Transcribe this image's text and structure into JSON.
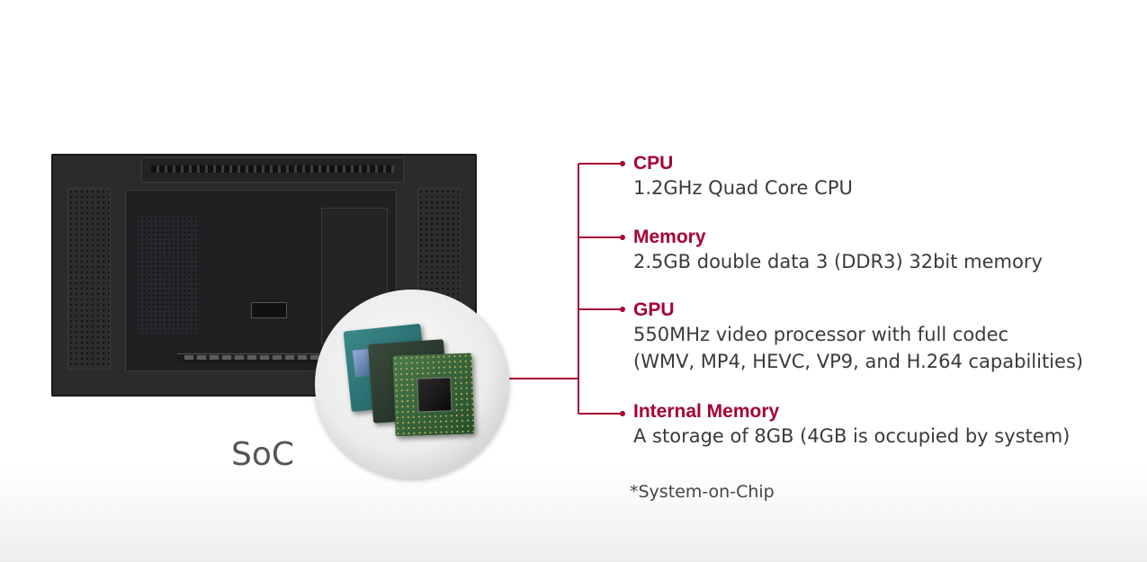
{
  "soc_label": "SoC",
  "specs": [
    {
      "title": "CPU",
      "lines": [
        "1.2GHz Quad Core CPU"
      ]
    },
    {
      "title": "Memory",
      "lines": [
        "2.5GB double data 3 (DDR3) 32bit memory"
      ]
    },
    {
      "title": "GPU",
      "lines": [
        "550MHz video processor with full codec",
        "(WMV, MP4, HEVC, VP9, and H.264 capabilities)"
      ]
    },
    {
      "title": "Internal Memory",
      "lines": [
        "A storage of 8GB (4GB is occupied by system)"
      ]
    }
  ],
  "footnote": "*System-on-Chip",
  "colors": {
    "accent": "#a50034",
    "text": "#3a3a3a"
  }
}
